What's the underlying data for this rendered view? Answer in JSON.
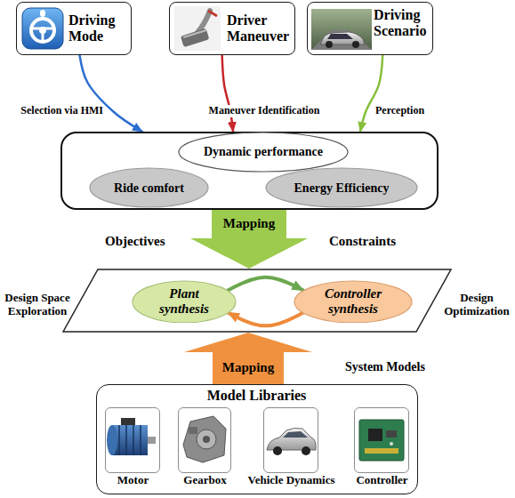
{
  "diagram": {
    "nodes": [
      {
        "text": [
          "Driving Mode"
        ]
      },
      {
        "text": [
          "Driver Maneuver"
        ]
      },
      {
        "text": [
          "Driving Scenario"
        ]
      },
      {
        "text": []
      },
      {
        "text": [
          "Dynamic performance"
        ],
        "in": 3
      },
      {
        "text": [
          "Ride comfort"
        ],
        "in": 3
      },
      {
        "text": [
          "Energy Efficiency"
        ],
        "in": 3
      },
      {
        "text": []
      },
      {
        "text": [
          "Plant synthesis"
        ],
        "in": 7
      },
      {
        "text": [
          "Controller synthesis"
        ],
        "in": 7
      },
      {
        "text": [
          "Model Libraries"
        ]
      },
      {
        "text": [
          "Motor"
        ],
        "in": 10
      },
      {
        "text": [
          "Gearbox"
        ],
        "in": 10
      },
      {
        "text": [
          "Vehicle Dynamics"
        ],
        "in": 10
      },
      {
        "text": [
          "Controller"
        ],
        "in": 10
      }
    ],
    "edges": [
      {
        "from": 0,
        "to": 3,
        "label": "Selection via HMI",
        "arrow": "to"
      },
      {
        "from": 1,
        "to": 3,
        "label": "Maneuver Identification",
        "arrow": "to"
      },
      {
        "from": 2,
        "to": 3,
        "label": "Perception",
        "arrow": "to"
      },
      {
        "from": 3,
        "to": 7,
        "label": "Mapping",
        "arrow": "to"
      },
      {
        "from": 8,
        "to": 9,
        "arrow": "to"
      },
      {
        "from": 9,
        "to": 8,
        "arrow": "to"
      },
      {
        "from": 10,
        "to": 7,
        "label": "Mapping",
        "arrow": "to"
      }
    ],
    "labels": [
      "Objectives",
      "Constraints",
      "Design Space Exploration",
      "Design Optimization",
      "System Models"
    ]
  }
}
